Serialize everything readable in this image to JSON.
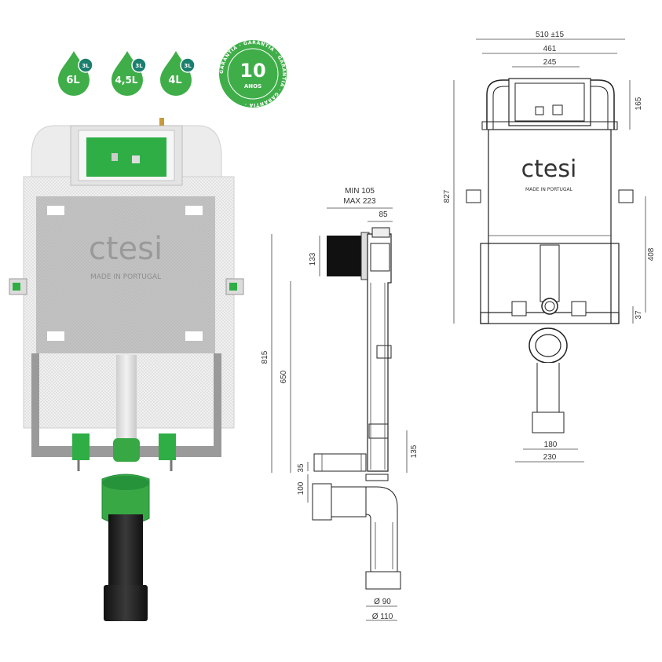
{
  "badges": {
    "drops": [
      {
        "volume": "6L",
        "sub": "3L"
      },
      {
        "volume": "4,5L",
        "sub": "3L"
      },
      {
        "volume": "4L",
        "sub": "3L"
      }
    ],
    "warranty": {
      "number": "10",
      "word": "ANOS",
      "ring_text": "GARANTIA · GARANTIA · GARANTIA · GARANTIA ·"
    }
  },
  "product": {
    "brand": "ctesi",
    "origin": "MADE IN PORTUGAL"
  },
  "side_view": {
    "dims": {
      "min": "MIN 105",
      "max": "MAX 223",
      "d85": "85",
      "d133": "133",
      "d815": "815",
      "d650": "650",
      "d135": "135",
      "d35": "35",
      "d100": "100",
      "d90": "Ø 90",
      "d110": "Ø 110"
    }
  },
  "front_view": {
    "dims": {
      "d510": "510 ±15",
      "d461": "461",
      "d245": "245",
      "d165": "165",
      "d827": "827",
      "d408": "408",
      "d37": "37",
      "d180": "180",
      "d230": "230"
    }
  },
  "colors": {
    "green": "#3fae49",
    "green_dark": "#1f8a3a",
    "teal": "#1b7f6e"
  }
}
